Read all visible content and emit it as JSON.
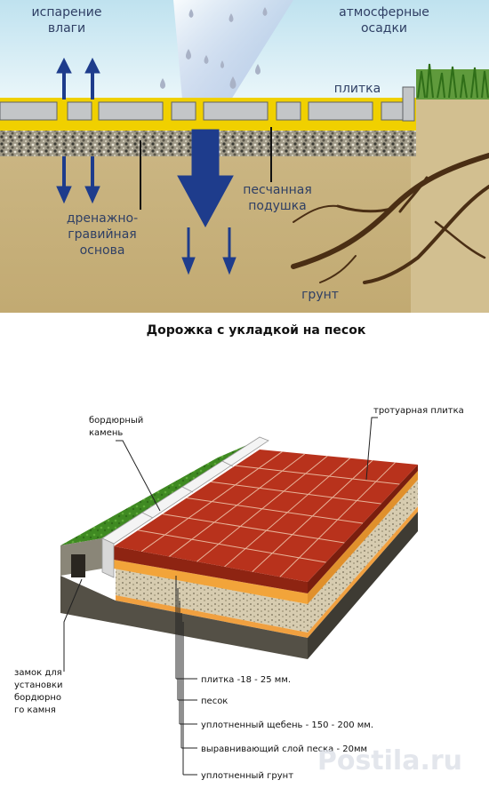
{
  "top_panel": {
    "evaporation_line1": "испарение",
    "evaporation_line2": "влаги",
    "precipitation_line1": "атмосферные",
    "precipitation_line2": "осадки",
    "tile": "плитка",
    "sand_line1": "песчанная",
    "sand_line2": "подушка",
    "drainage_line1": "дренажно-",
    "drainage_line2": "гравийная",
    "drainage_line3": "основа",
    "soil": "грунт"
  },
  "bottom_panel": {
    "title": "Дорожка с укладкой на песок",
    "curb_line1": "бордюрный",
    "curb_line2": "камень",
    "paving_tile": "тротуарная плитка",
    "lock_line1": "замок для",
    "lock_line2": "установки",
    "lock_line3": "бордюрно",
    "lock_line4": "го камня",
    "layers": [
      "плитка -18 - 25 мм.",
      "песок",
      "уплотненный щебень - 150 - 200 мм.",
      "выравнивающий слой песка - 20мм",
      "уплотненный грунт"
    ]
  },
  "watermark": "Postila.ru",
  "colors": {
    "label_text": "#2f3f64",
    "soil": "#c9b383",
    "sand": "#f0d000",
    "arrow": "#1e3c8c",
    "tile_red": "#b8321c",
    "grass": "#3f8a22"
  }
}
